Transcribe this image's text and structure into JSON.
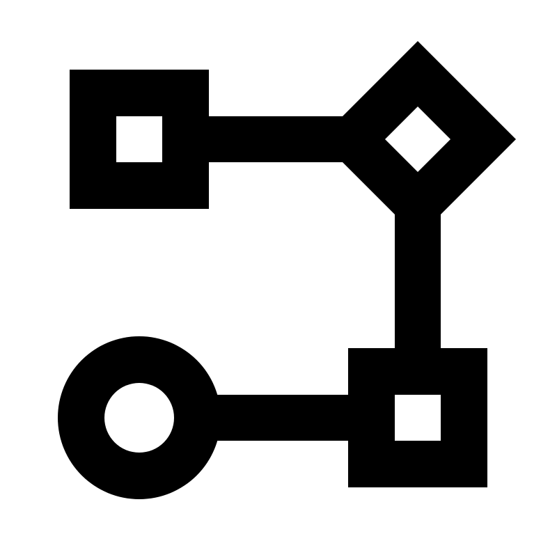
{
  "icon": {
    "name": "workflow-icon",
    "color": "#000000",
    "background": "#ffffff"
  },
  "nodes": [
    {
      "id": "top-left",
      "shape": "square"
    },
    {
      "id": "top-right",
      "shape": "diamond"
    },
    {
      "id": "bottom-right",
      "shape": "square"
    },
    {
      "id": "bottom-left",
      "shape": "circle"
    }
  ],
  "connectors": [
    {
      "from": "top-left",
      "to": "top-right"
    },
    {
      "from": "top-right",
      "to": "bottom-right"
    },
    {
      "from": "bottom-right",
      "to": "bottom-left"
    }
  ]
}
